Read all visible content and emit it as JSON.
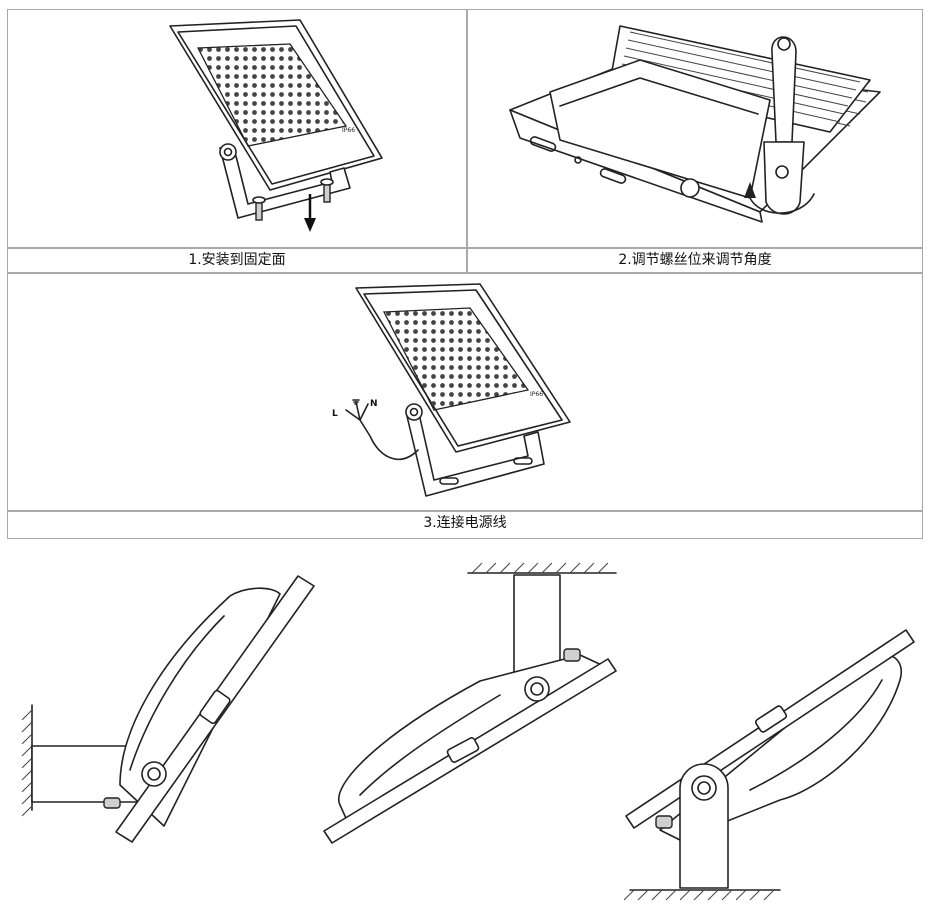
{
  "steps": [
    {
      "caption": "1.安装到固定面"
    },
    {
      "caption": "2.调节螺丝位来调节角度"
    },
    {
      "caption": "3.连接电源线"
    }
  ],
  "wire_labels": {
    "live": "L",
    "neutral": "N"
  },
  "fixture_label": "IP66"
}
